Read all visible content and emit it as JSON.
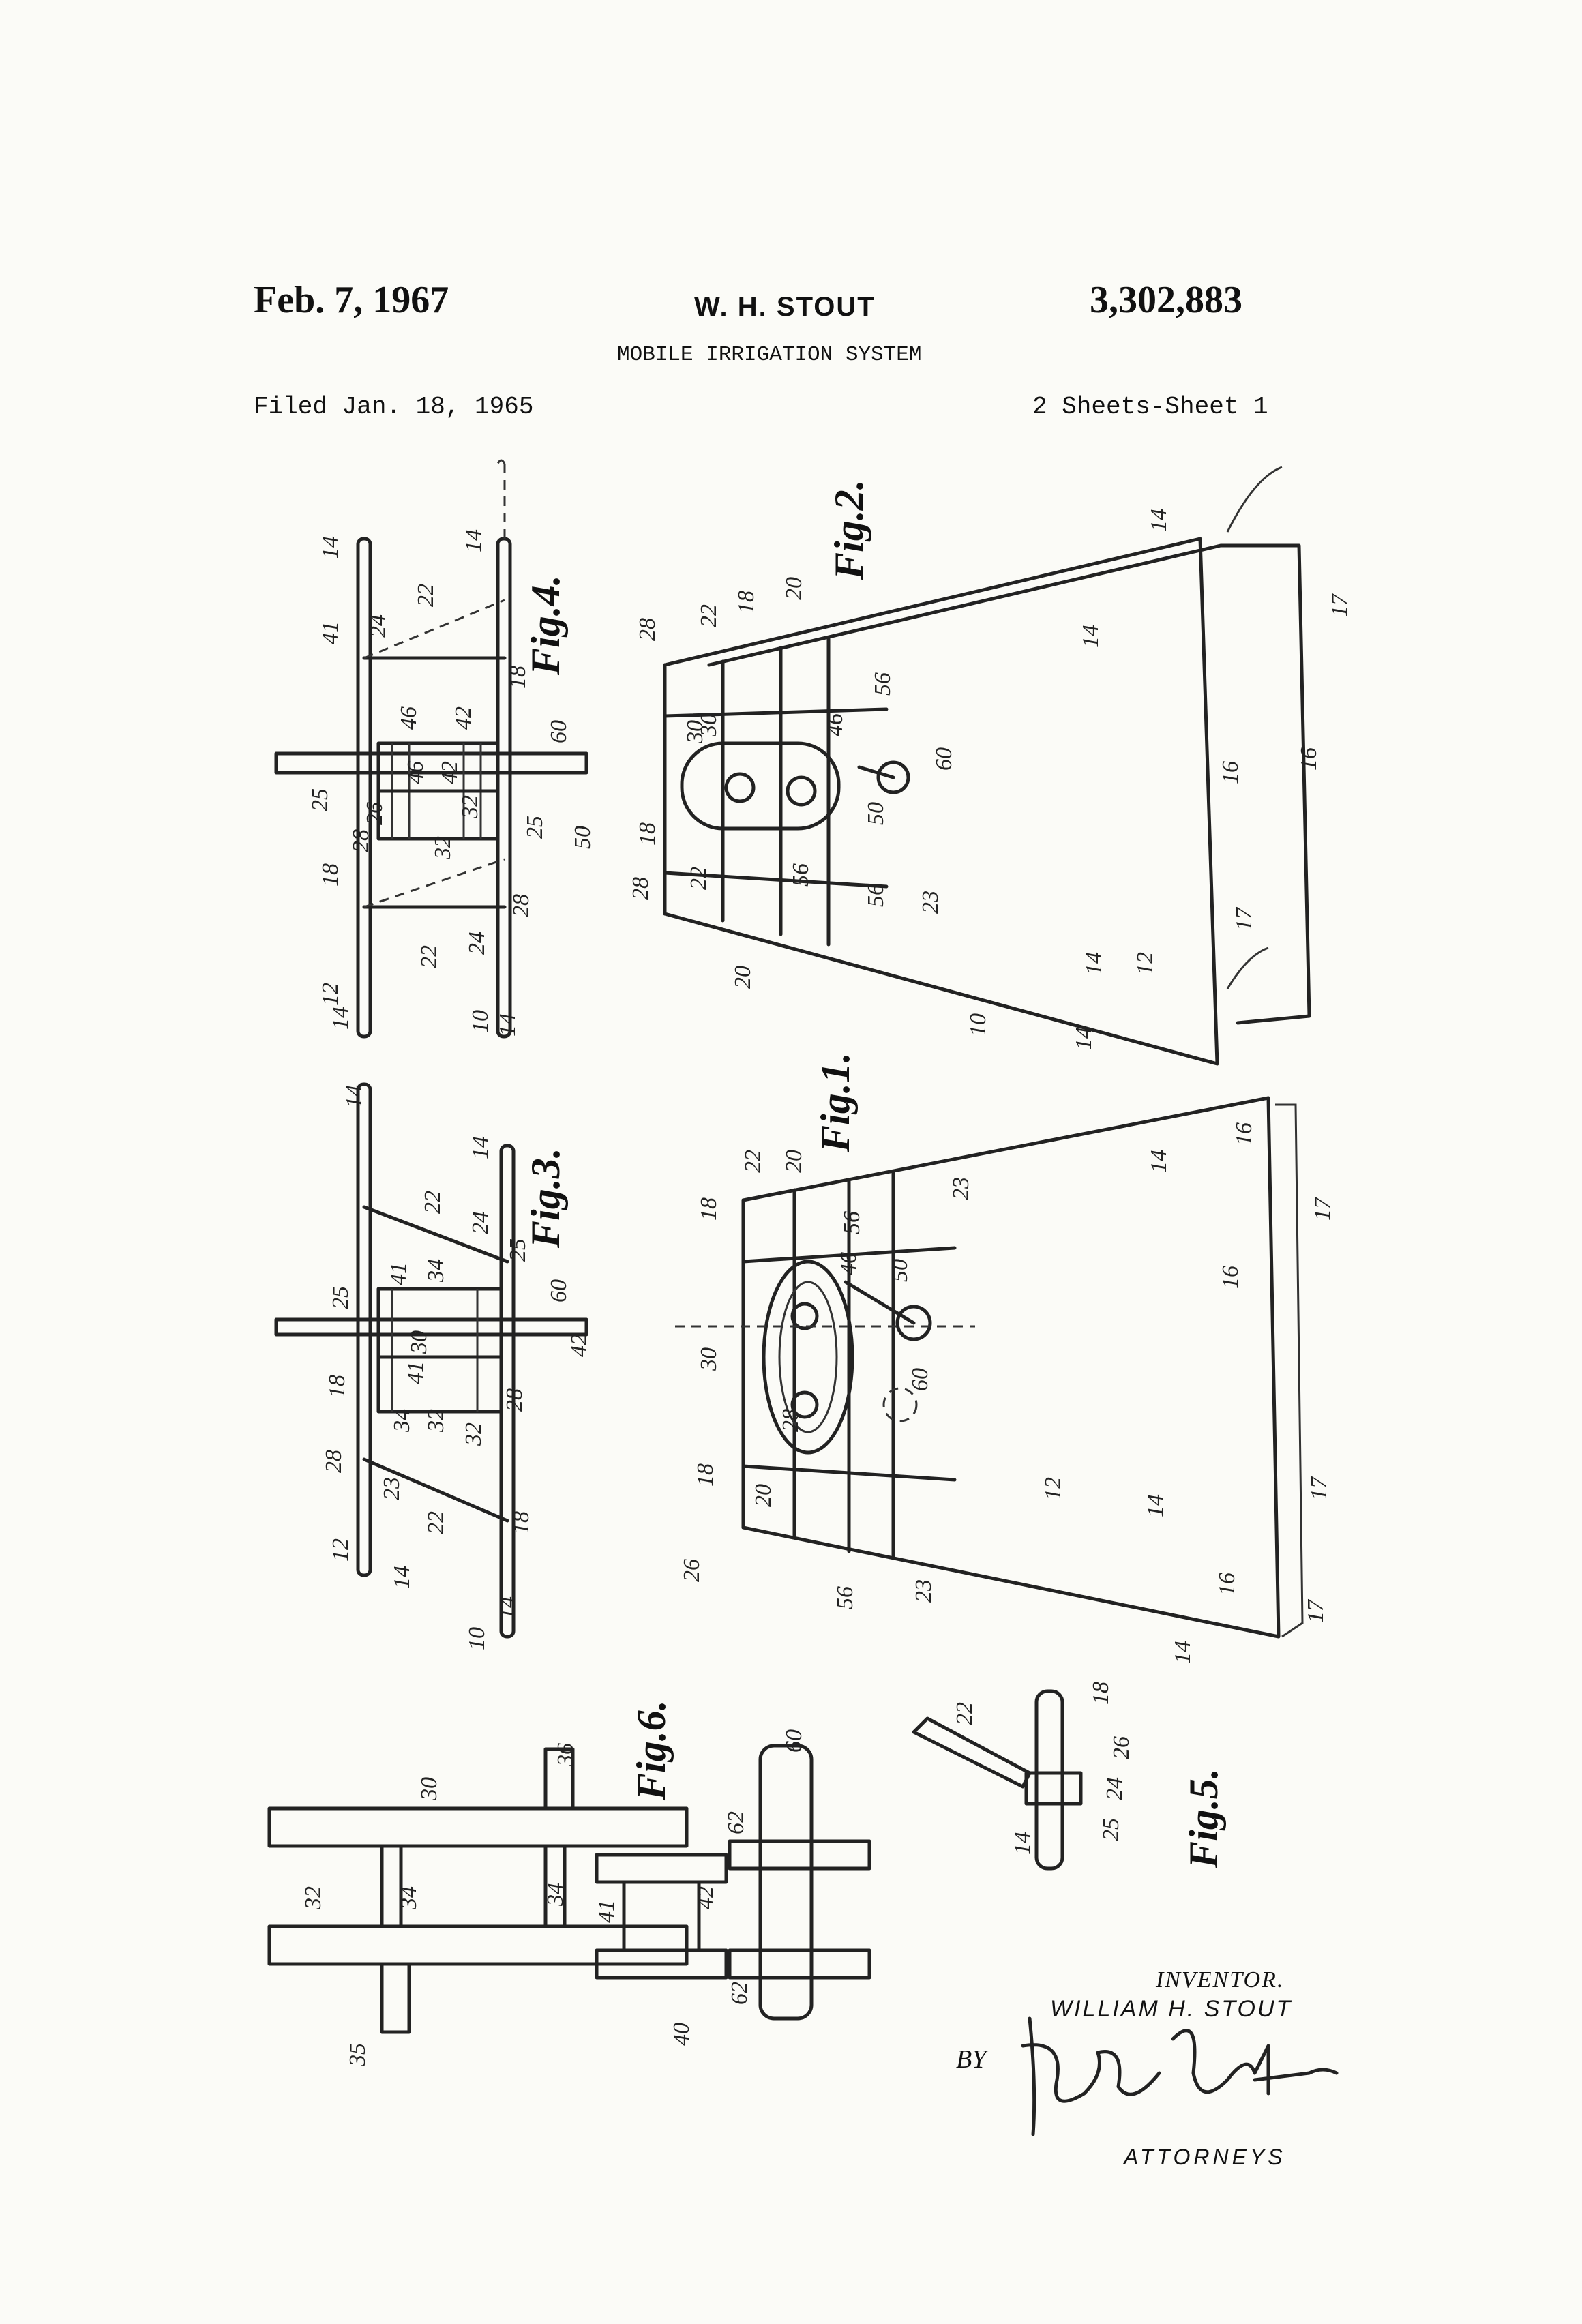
{
  "header": {
    "date": "Feb. 7, 1967",
    "inventor_short": "W. H. STOUT",
    "patent_number": "3,302,883",
    "title": "MOBILE IRRIGATION SYSTEM",
    "filed": "Filed Jan. 18, 1965",
    "sheets": "2 Sheets-Sheet 1"
  },
  "figures": {
    "fig1": "Fig.1.",
    "fig2": "Fig.2.",
    "fig3": "Fig.3.",
    "fig4": "Fig.4.",
    "fig5": "Fig.5.",
    "fig6": "Fig.6."
  },
  "reference_numerals": [
    "10",
    "12",
    "14",
    "16",
    "17",
    "18",
    "20",
    "22",
    "23",
    "24",
    "25",
    "26",
    "28",
    "30",
    "32",
    "34",
    "35",
    "36",
    "40",
    "41",
    "42",
    "46",
    "50",
    "56",
    "60",
    "62"
  ],
  "signature_block": {
    "inventor_label": "INVENTOR.",
    "inventor_name": "WILLIAM H. STOUT",
    "by": "BY",
    "signature": "Ford E. Smith",
    "attorneys": "ATTORNEYS"
  }
}
